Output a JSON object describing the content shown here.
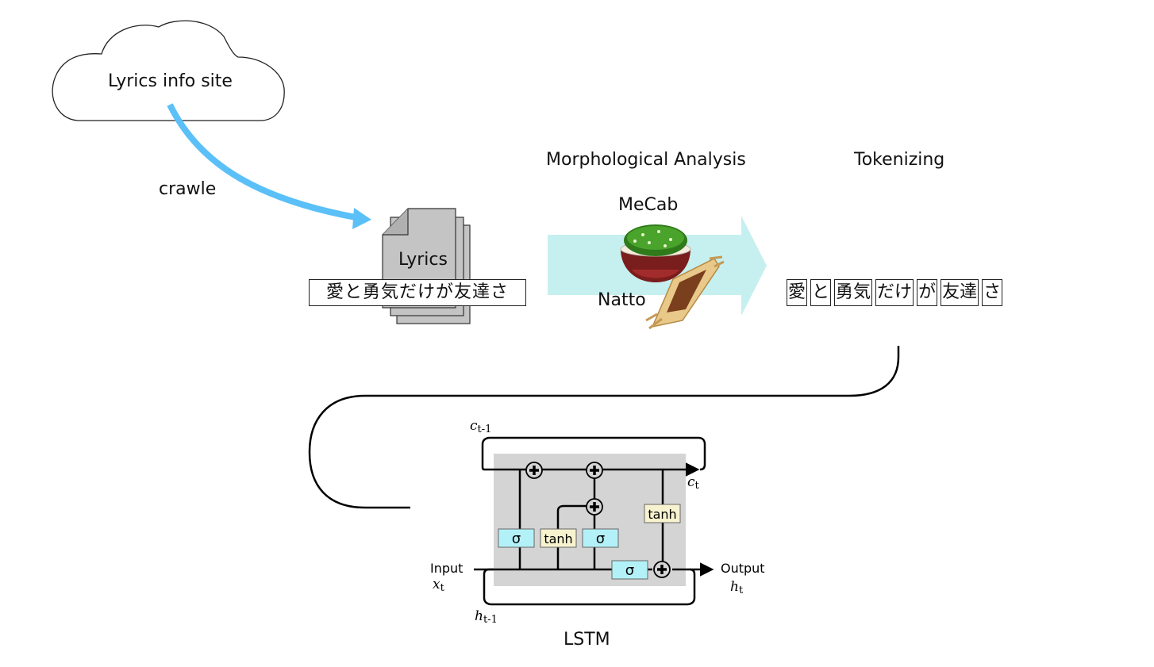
{
  "source": {
    "label": "Lyrics info site"
  },
  "crawl": {
    "label": "crawle"
  },
  "document": {
    "label": "Lyrics",
    "sample_text": "愛と勇気だけが友達さ"
  },
  "analysis": {
    "title": "Morphological Analysis",
    "tool_label": "MeCab",
    "food_label": "Natto"
  },
  "tokenizing": {
    "title": "Tokenizing",
    "tokens": [
      "愛",
      "と",
      "勇気",
      "だけ",
      "が",
      "友達",
      "さ"
    ]
  },
  "lstm": {
    "title": "LSTM",
    "cell_prev": {
      "sym": "c",
      "sub": "t-1"
    },
    "cell_next": {
      "sym": "c",
      "sub": "t"
    },
    "hidden_prev": {
      "sym": "h",
      "sub": "t-1"
    },
    "input": {
      "label": "Input",
      "sym": "x",
      "sub": "t"
    },
    "output": {
      "label": "Output",
      "sym": "h",
      "sub": "t"
    },
    "gate_labels": {
      "sigma": "σ",
      "tanh": "tanh"
    }
  },
  "colors": {
    "crawl_arrow": "#5bc0f8",
    "flow_arrow": "#c6f0ef",
    "lstm_bg": "#d4d4d4",
    "sigma_box": "#b3f1f8",
    "tanh_box": "#f8f3cf"
  }
}
